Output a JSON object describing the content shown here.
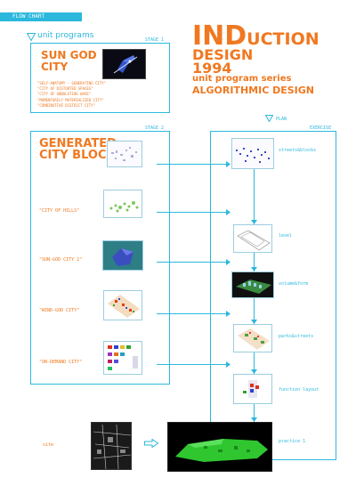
{
  "header": {
    "tag": "FLOW CHART"
  },
  "heading": {
    "title_big": "IND",
    "title_rest": "UCTION",
    "line2": "DESIGN",
    "year": "1994",
    "series": "unit program series",
    "subtitle": "ALGORITHMIC DESIGN"
  },
  "programs": {
    "label": "unit programs",
    "stage1": "STAGE 1",
    "stage2": "STAGE 2"
  },
  "stage1": {
    "title_line1": "SUN GOD",
    "title_line2": "CITY",
    "notes": [
      "\"SELF-ANATOMY - GENERATING CITY\"",
      "\"CITY OF DISTORTED SPACES\"",
      "\"CITY OF UNDULATING WAVE\"",
      "\"MOMENTARILY MATERIALIZED CITY\"",
      "\"COMBINATIVE DISTRICT CITY\""
    ]
  },
  "stage2": {
    "title_line1": "GENERATED",
    "title_line2": "CITY BLOCKS",
    "items": [
      "\"CITY OF HILLS\"",
      "\"SUN-GOD CITY 2\"",
      "\"WIND-GOD CITY\"",
      "\"ON-DEMAND CITY\""
    ]
  },
  "plan": {
    "label": "PLAN",
    "exercise": "EXERCISE",
    "steps": [
      "streets&blocks",
      "level",
      "volume&form",
      "parks&streets",
      "function layout",
      "practice 1"
    ]
  },
  "site": {
    "label": "site"
  },
  "colors": {
    "accent": "#2bb8dc",
    "orange": "#f07820"
  }
}
